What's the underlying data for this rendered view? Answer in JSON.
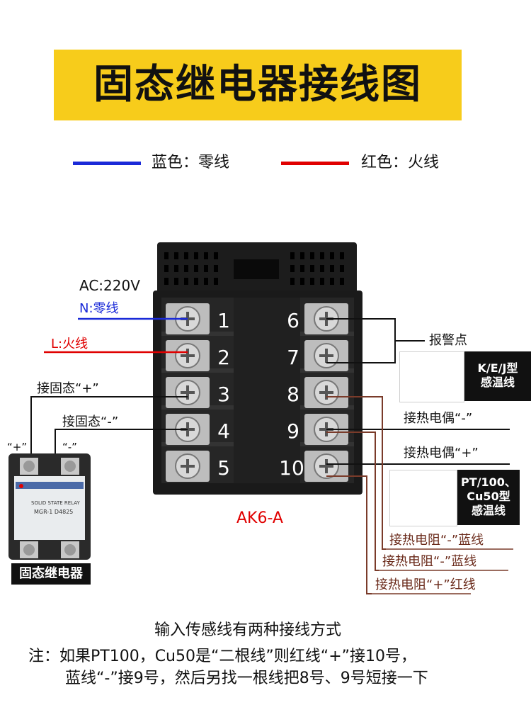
{
  "title": "固态继电器接线图",
  "legend": {
    "blue_label": "蓝色：零线",
    "red_label": "红色：火线",
    "blue_color": "#1a2ad8",
    "red_color": "#e00000"
  },
  "power": {
    "ac": "AC:220V",
    "neutral": "N:零线",
    "live": "L:火线"
  },
  "terminals": {
    "left": [
      "1",
      "2",
      "3",
      "4",
      "5"
    ],
    "right": [
      "6",
      "7",
      "8",
      "9",
      "10"
    ]
  },
  "model": "AK6-A",
  "labels": {
    "ssr_plus": "接固态“+”",
    "ssr_minus": "接固态“-”",
    "ssr_plus_short": "“+”",
    "ssr_minus_short": "“-”",
    "alarm": "报警点",
    "tc_minus": "接热电偶“-”",
    "tc_plus": "接热电偶“+”",
    "rtd_minus_blue_1": "接热电阻“-”蓝线",
    "rtd_minus_blue_2": "接热电阻“-”蓝线",
    "rtd_plus_red": "接热电阻“+”红线"
  },
  "sensors": {
    "kej": "K/E/J型\n感温线",
    "pt100": "PT/100、\nCu50型\n感温线"
  },
  "ssr": {
    "caption": "固态继电器",
    "brand": "SOLID STATE RELAY",
    "model": "MGR-1 D4825"
  },
  "notes": {
    "line1": "输入传感线有两种接线方式",
    "line2": "注：如果PT100，Cu50是“二根线”则红线“+”接10号，",
    "line3": "蓝线“-”接9号，然后另找一根线把8号、9号短接一下"
  }
}
